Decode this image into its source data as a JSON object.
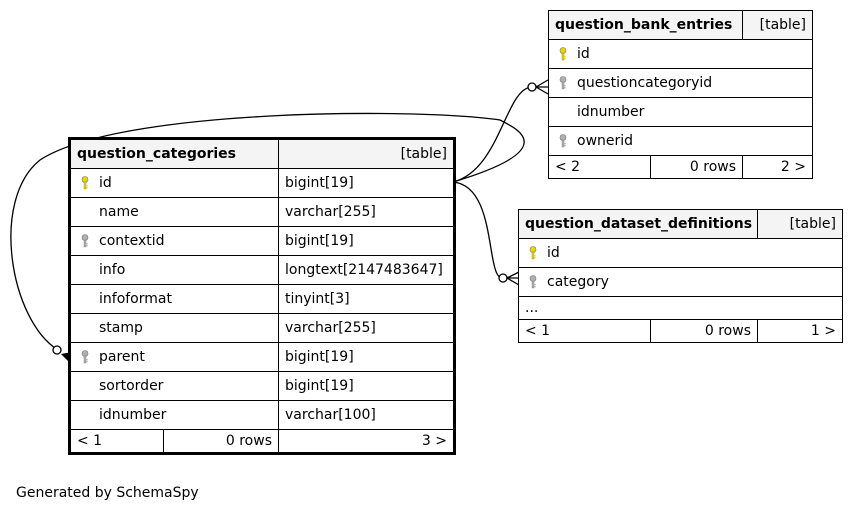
{
  "tables": {
    "question_categories": {
      "name": "question_categories",
      "type_label": "[table]",
      "columns": [
        {
          "name": "id",
          "type": "bigint[19]",
          "key": "primary"
        },
        {
          "name": "name",
          "type": "varchar[255]",
          "key": ""
        },
        {
          "name": "contextid",
          "type": "bigint[19]",
          "key": "foreign"
        },
        {
          "name": "info",
          "type": "longtext[2147483647]",
          "key": ""
        },
        {
          "name": "infoformat",
          "type": "tinyint[3]",
          "key": ""
        },
        {
          "name": "stamp",
          "type": "varchar[255]",
          "key": ""
        },
        {
          "name": "parent",
          "type": "bigint[19]",
          "key": "foreign"
        },
        {
          "name": "sortorder",
          "type": "bigint[19]",
          "key": ""
        },
        {
          "name": "idnumber",
          "type": "varchar[100]",
          "key": ""
        }
      ],
      "footer": {
        "parents": "< 1",
        "rows": "0 rows",
        "children": "3 >"
      }
    },
    "question_bank_entries": {
      "name": "question_bank_entries",
      "type_label": "[table]",
      "columns": [
        {
          "name": "id",
          "key": "primary"
        },
        {
          "name": "questioncategoryid",
          "key": "foreign"
        },
        {
          "name": "idnumber",
          "key": ""
        },
        {
          "name": "ownerid",
          "key": "foreign"
        }
      ],
      "footer": {
        "parents": "< 2",
        "rows": "0 rows",
        "children": "2 >"
      }
    },
    "question_dataset_definitions": {
      "name": "question_dataset_definitions",
      "type_label": "[table]",
      "columns": [
        {
          "name": "id",
          "key": "primary"
        },
        {
          "name": "category",
          "key": "foreign"
        }
      ],
      "more": "...",
      "footer": {
        "parents": "< 1",
        "rows": "0 rows",
        "children": "1 >"
      }
    }
  },
  "footer_text": "Generated by SchemaSpy",
  "colors": {
    "primary_key": "#e8d800",
    "foreign_key": "#b0b0b0"
  }
}
